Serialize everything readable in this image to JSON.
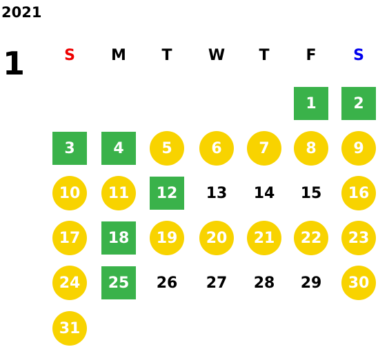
{
  "calendar": {
    "year": "2021",
    "month": "1",
    "weekdays": [
      {
        "label": "S",
        "color": "#ee0000"
      },
      {
        "label": "M",
        "color": "#000000"
      },
      {
        "label": "T",
        "color": "#000000"
      },
      {
        "label": "W",
        "color": "#000000"
      },
      {
        "label": "T",
        "color": "#000000"
      },
      {
        "label": "F",
        "color": "#000000"
      },
      {
        "label": "S",
        "color": "#0000ee"
      }
    ],
    "legend_colors": {
      "green": "#3ab24a",
      "yellow": "#f8d300"
    },
    "days": [
      {
        "day": "1",
        "style": "green"
      },
      {
        "day": "2",
        "style": "green"
      },
      {
        "day": "3",
        "style": "green"
      },
      {
        "day": "4",
        "style": "green"
      },
      {
        "day": "5",
        "style": "yellow"
      },
      {
        "day": "6",
        "style": "yellow"
      },
      {
        "day": "7",
        "style": "yellow"
      },
      {
        "day": "8",
        "style": "yellow"
      },
      {
        "day": "9",
        "style": "yellow"
      },
      {
        "day": "10",
        "style": "yellow"
      },
      {
        "day": "11",
        "style": "yellow"
      },
      {
        "day": "12",
        "style": "green"
      },
      {
        "day": "13",
        "style": "plain"
      },
      {
        "day": "14",
        "style": "plain"
      },
      {
        "day": "15",
        "style": "plain"
      },
      {
        "day": "16",
        "style": "yellow"
      },
      {
        "day": "17",
        "style": "yellow"
      },
      {
        "day": "18",
        "style": "green"
      },
      {
        "day": "19",
        "style": "yellow"
      },
      {
        "day": "20",
        "style": "yellow"
      },
      {
        "day": "21",
        "style": "yellow"
      },
      {
        "day": "22",
        "style": "yellow"
      },
      {
        "day": "23",
        "style": "yellow"
      },
      {
        "day": "24",
        "style": "yellow"
      },
      {
        "day": "25",
        "style": "green"
      },
      {
        "day": "26",
        "style": "plain"
      },
      {
        "day": "27",
        "style": "plain"
      },
      {
        "day": "28",
        "style": "plain"
      },
      {
        "day": "29",
        "style": "plain"
      },
      {
        "day": "30",
        "style": "yellow"
      },
      {
        "day": "31",
        "style": "yellow"
      }
    ]
  }
}
